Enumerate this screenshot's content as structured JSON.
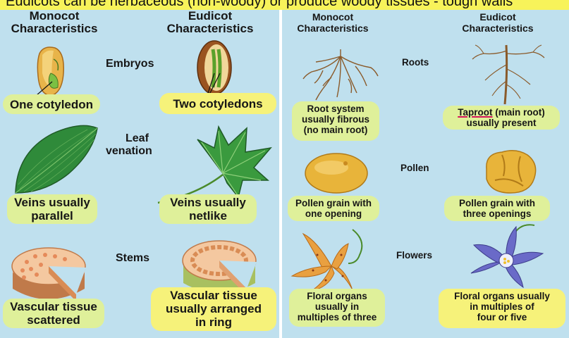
{
  "banner": {
    "text": "Eudicots can be herbaceous (non-woody) or produce woody tissues - tough walls"
  },
  "left": {
    "monocot_header": [
      "Monocot",
      "Characteristics"
    ],
    "eudicot_header": [
      "Eudicot",
      "Characteristics"
    ],
    "rows": {
      "embryos": {
        "label": "Embryos",
        "monocot": "One cotyledon",
        "eudicot": "Two cotyledons"
      },
      "leaf": {
        "label": [
          "Leaf",
          "venation"
        ],
        "monocot": [
          "Veins usually",
          "parallel"
        ],
        "eudicot": [
          "Veins usually",
          "netlike"
        ]
      },
      "stems": {
        "label": "Stems",
        "monocot": [
          "Vascular tissue",
          "scattered"
        ],
        "eudicot": [
          "Vascular tissue",
          "usually arranged",
          "in ring"
        ]
      }
    }
  },
  "right": {
    "monocot_header": [
      "Monocot",
      "Characteristics"
    ],
    "eudicot_header": [
      "Eudicot",
      "Characteristics"
    ],
    "rows": {
      "roots": {
        "label": "Roots",
        "monocot": [
          "Root system",
          "usually fibrous",
          "(no main root)"
        ],
        "eudicot_word": "Taproot",
        "eudicot_rest": " (main root)",
        "eudicot_line2": "usually present"
      },
      "pollen": {
        "label": "Pollen",
        "monocot": [
          "Pollen grain with",
          "one opening"
        ],
        "eudicot": [
          "Pollen grain with",
          "three openings"
        ]
      },
      "flowers": {
        "label": "Flowers",
        "monocot": [
          "Floral organs",
          "usually in",
          "multiples of three"
        ],
        "eudicot": [
          "Floral organs usually",
          "in multiples of",
          "four or five"
        ]
      }
    }
  },
  "colors": {
    "panel": "#bfe0ee",
    "pill_green": "#dff09a",
    "highlight_yellow": "#f6f27a",
    "banner": "#f7f35a",
    "underline": "#d4145a"
  },
  "icons": [
    "monocot-embryo-icon",
    "eudicot-embryo-icon",
    "parallel-leaf-icon",
    "netlike-leaf-icon",
    "monocot-stem-icon",
    "eudicot-stem-icon",
    "fibrous-root-icon",
    "taproot-icon",
    "monocot-pollen-icon",
    "eudicot-pollen-icon",
    "lily-flower-icon",
    "columbine-flower-icon"
  ]
}
